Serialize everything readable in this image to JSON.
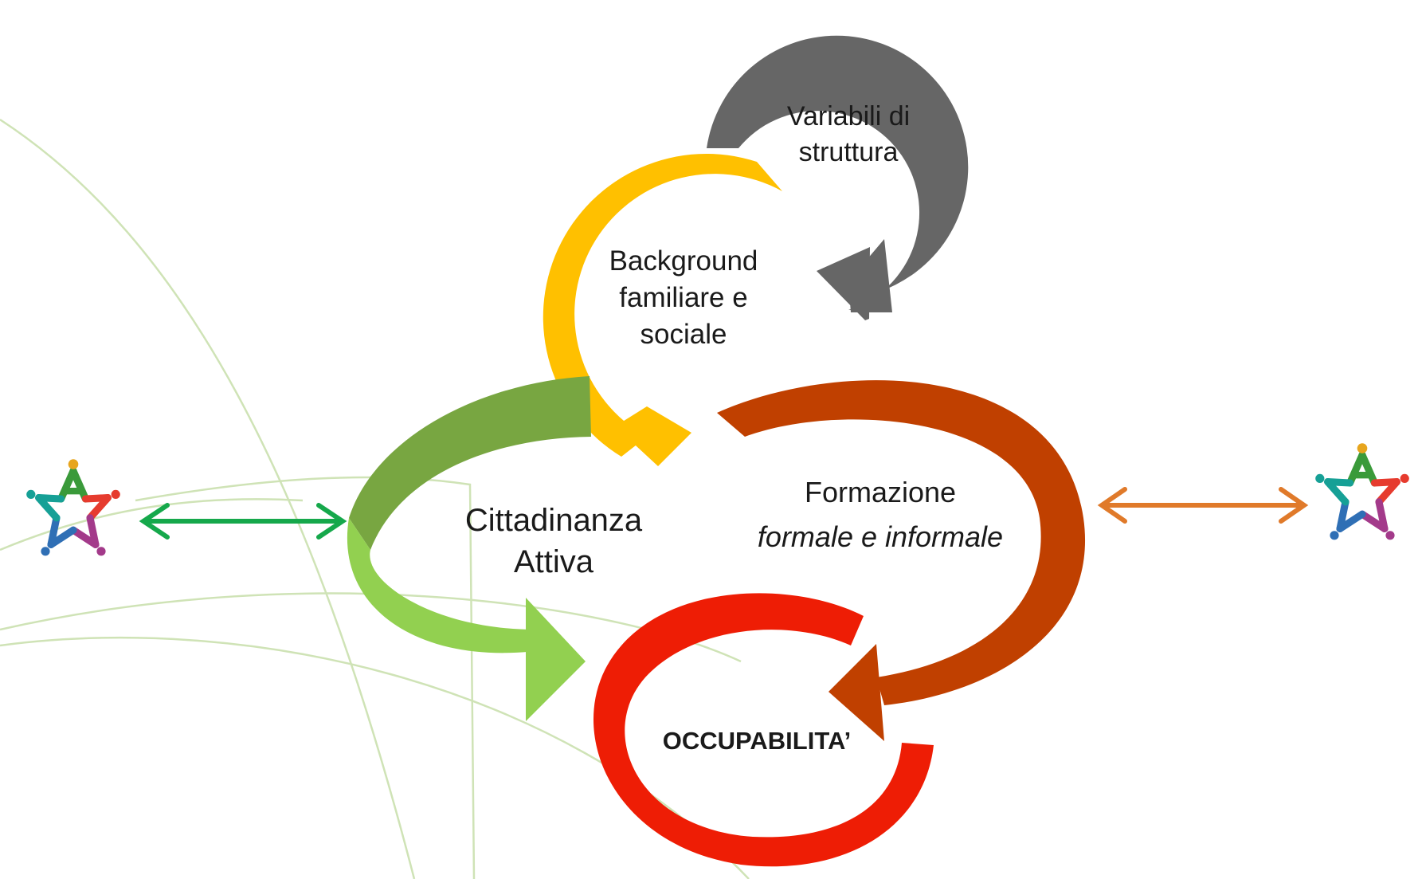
{
  "diagram": {
    "variabili": {
      "line1": "Variabili di",
      "line2": "struttura"
    },
    "background": {
      "line1": "Background",
      "line2": "familiare e",
      "line3": "sociale"
    },
    "cittadinanza": {
      "line1": "Cittadinanza",
      "line2": "Attiva"
    },
    "formazione": {
      "line1": "Formazione",
      "line2": "formale e informale"
    },
    "occupabilita": "OCCUPABILITA’"
  },
  "colors": {
    "gray_arrow": "#666666",
    "yellow_arrow": "#ffc000",
    "green_dark": "#78a641",
    "green_light": "#92d050",
    "brown_arrow": "#c04000",
    "red_arrow": "#ee1d05",
    "left_double_arrow": "#15a84b",
    "right_double_arrow": "#e07a2a",
    "background_curves": "#cfe3b6"
  },
  "icons": {
    "left_logo": "people-star-logo",
    "right_logo": "people-star-logo"
  }
}
